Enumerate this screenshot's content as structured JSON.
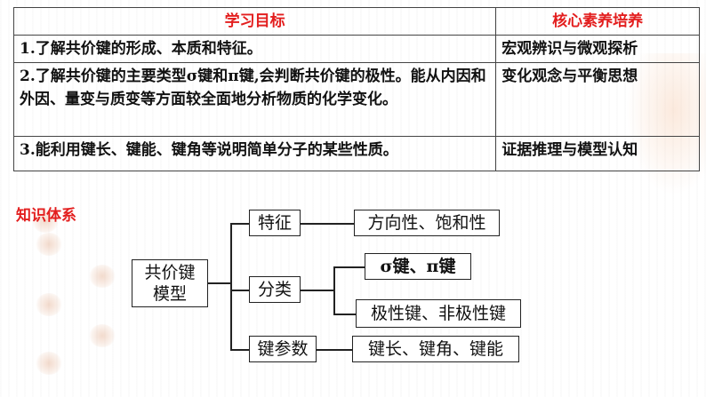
{
  "table": {
    "header_goal": "学习目标",
    "header_literacy": "核心素养培养",
    "rows": [
      {
        "goal": "1.了解共价键的形成、本质和特征。",
        "literacy": "宏观辨识与微观探析"
      },
      {
        "goal": "2.了解共价键的主要类型σ键和π键,会判断共价键的极性。能从内因和外因、量变与质变等方面较全面地分析物质的化学变化。",
        "literacy": "变化观念与平衡思想"
      },
      {
        "goal": "3.能利用键长、键能、键角等说明简单分子的某些性质。",
        "literacy": "证据推理与模型认知"
      }
    ]
  },
  "section_title": "知识体系",
  "diagram": {
    "root": "共价键模型",
    "branches": {
      "feature": "特征",
      "classification": "分类",
      "parameters": "键参数"
    },
    "leaves": {
      "feature_detail": "方向性、饱和性",
      "sigma_pi": "σ键、π键",
      "polarity": "极性键、非极性键",
      "param_detail": "键长、键角、键能"
    }
  },
  "colors": {
    "accent": "#e31e1e",
    "line": "#222222"
  }
}
